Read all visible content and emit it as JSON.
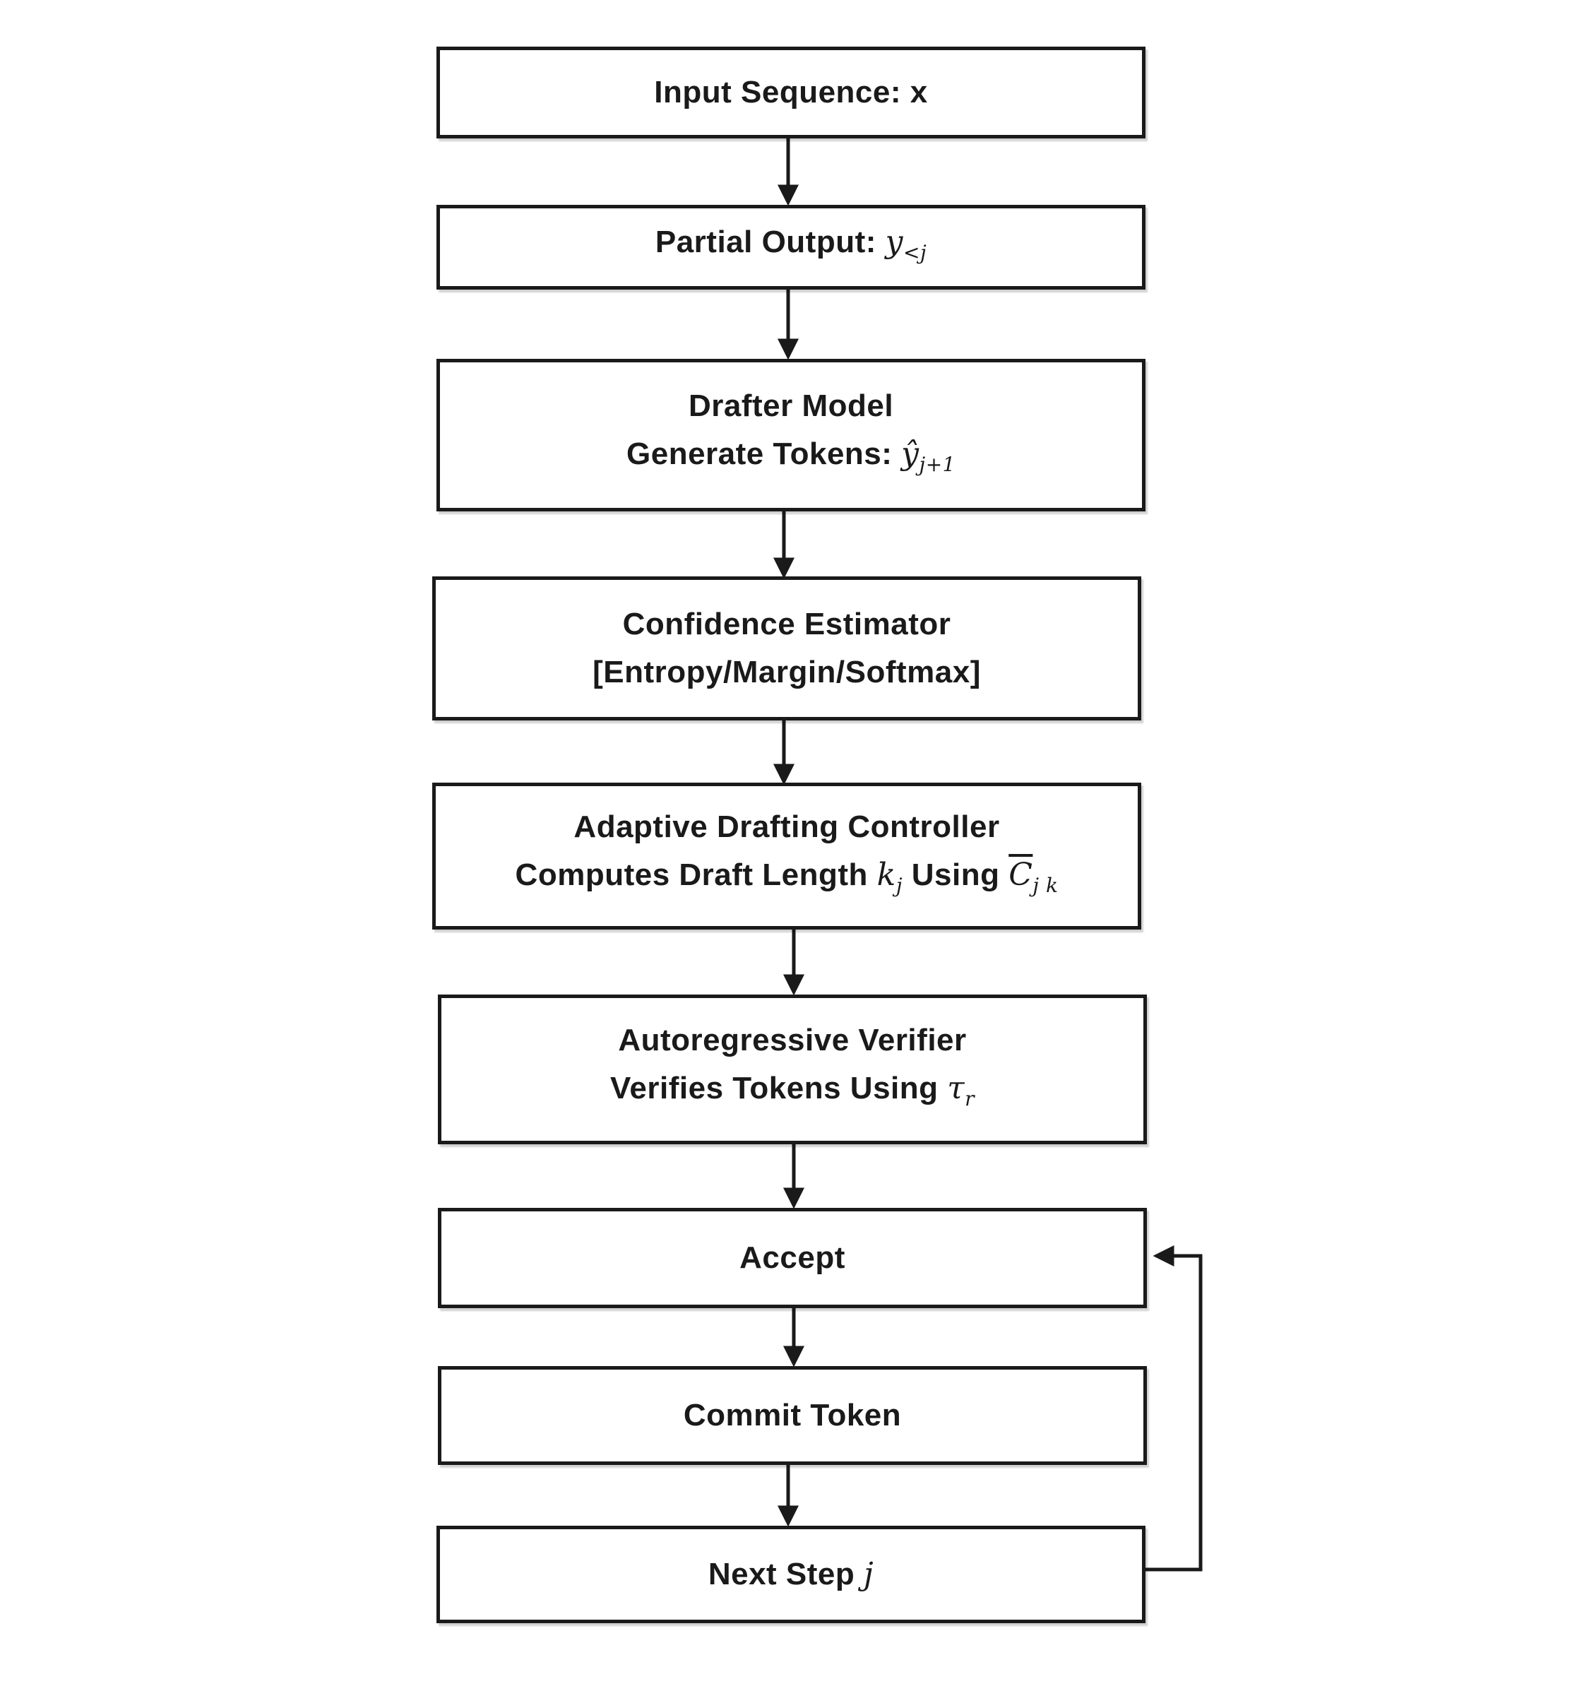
{
  "steps": [
    {
      "line1": "Input Sequence: x"
    },
    {
      "line1_prefix": "Partial Output: ",
      "line1_math": "y",
      "line1_sub": "<j"
    },
    {
      "line1": "Drafter Model",
      "line2_prefix": "Generate Tokens: ",
      "line2_math": "ŷ",
      "line2_sub": "j+1"
    },
    {
      "line1": "Confidence Estimator",
      "line2": "[Entropy/Margin/Softmax]"
    },
    {
      "line1": "Adaptive Drafting Controller",
      "line2_prefix": "Computes Draft Length ",
      "line2_math_k": "k",
      "line2_sub_k": "j",
      "line2_mid": " Using ",
      "line2_math_c": "C",
      "line2_sub_c": "j k"
    },
    {
      "line1": "Autoregressive Verifier",
      "line2_prefix": "Verifies Tokens Using ",
      "line2_math": "τ",
      "line2_sub": "r"
    },
    {
      "line1": "Accept"
    },
    {
      "line1": "Commit Token"
    },
    {
      "line1_prefix": "Next Step ",
      "line1_math": "j"
    }
  ],
  "colors": {
    "stroke": "#1a1a1a",
    "fill": "#ffffff",
    "text": "#1a1a1a"
  }
}
